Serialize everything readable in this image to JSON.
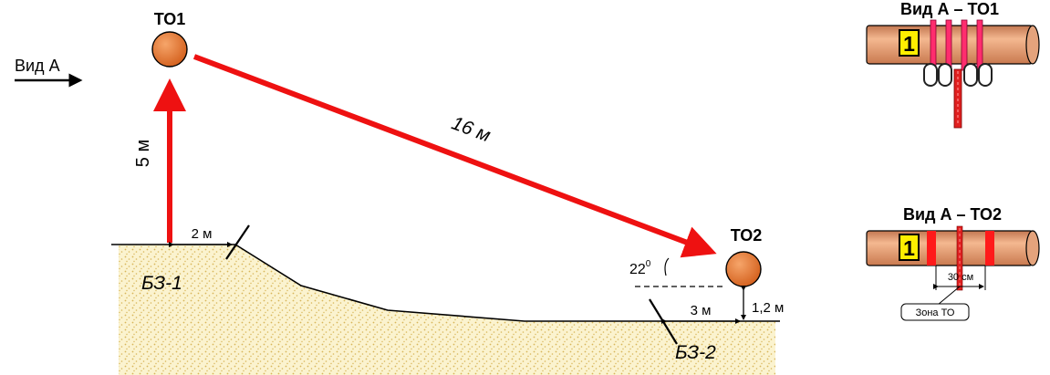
{
  "labels": {
    "view_a": "Вид А",
    "to1": "ТО1",
    "to2": "ТО2",
    "dist_vertical": "5 м",
    "dist_diagonal": "16 м",
    "dist_2m": "2 м",
    "dist_3m": "3 м",
    "dist_1_2m": "1,2 м",
    "angle": "22",
    "angle_sup": "0",
    "bz1": "БЗ-1",
    "bz2": "БЗ-2"
  },
  "view_to1": {
    "title": "Вид А – ТО1",
    "marker": "1"
  },
  "view_to2": {
    "title": "Вид А – ТО2",
    "marker": "1",
    "measure": "30 см",
    "zone": "Зона ТО"
  },
  "colors": {
    "arrow_red": "#ee1111",
    "node_orange": "#e8762f",
    "pipe": "#e59a6f",
    "marker_yellow": "#ffee00",
    "sling_pink": "#ff2d6e",
    "ground_fill": "#fbf3cf"
  }
}
